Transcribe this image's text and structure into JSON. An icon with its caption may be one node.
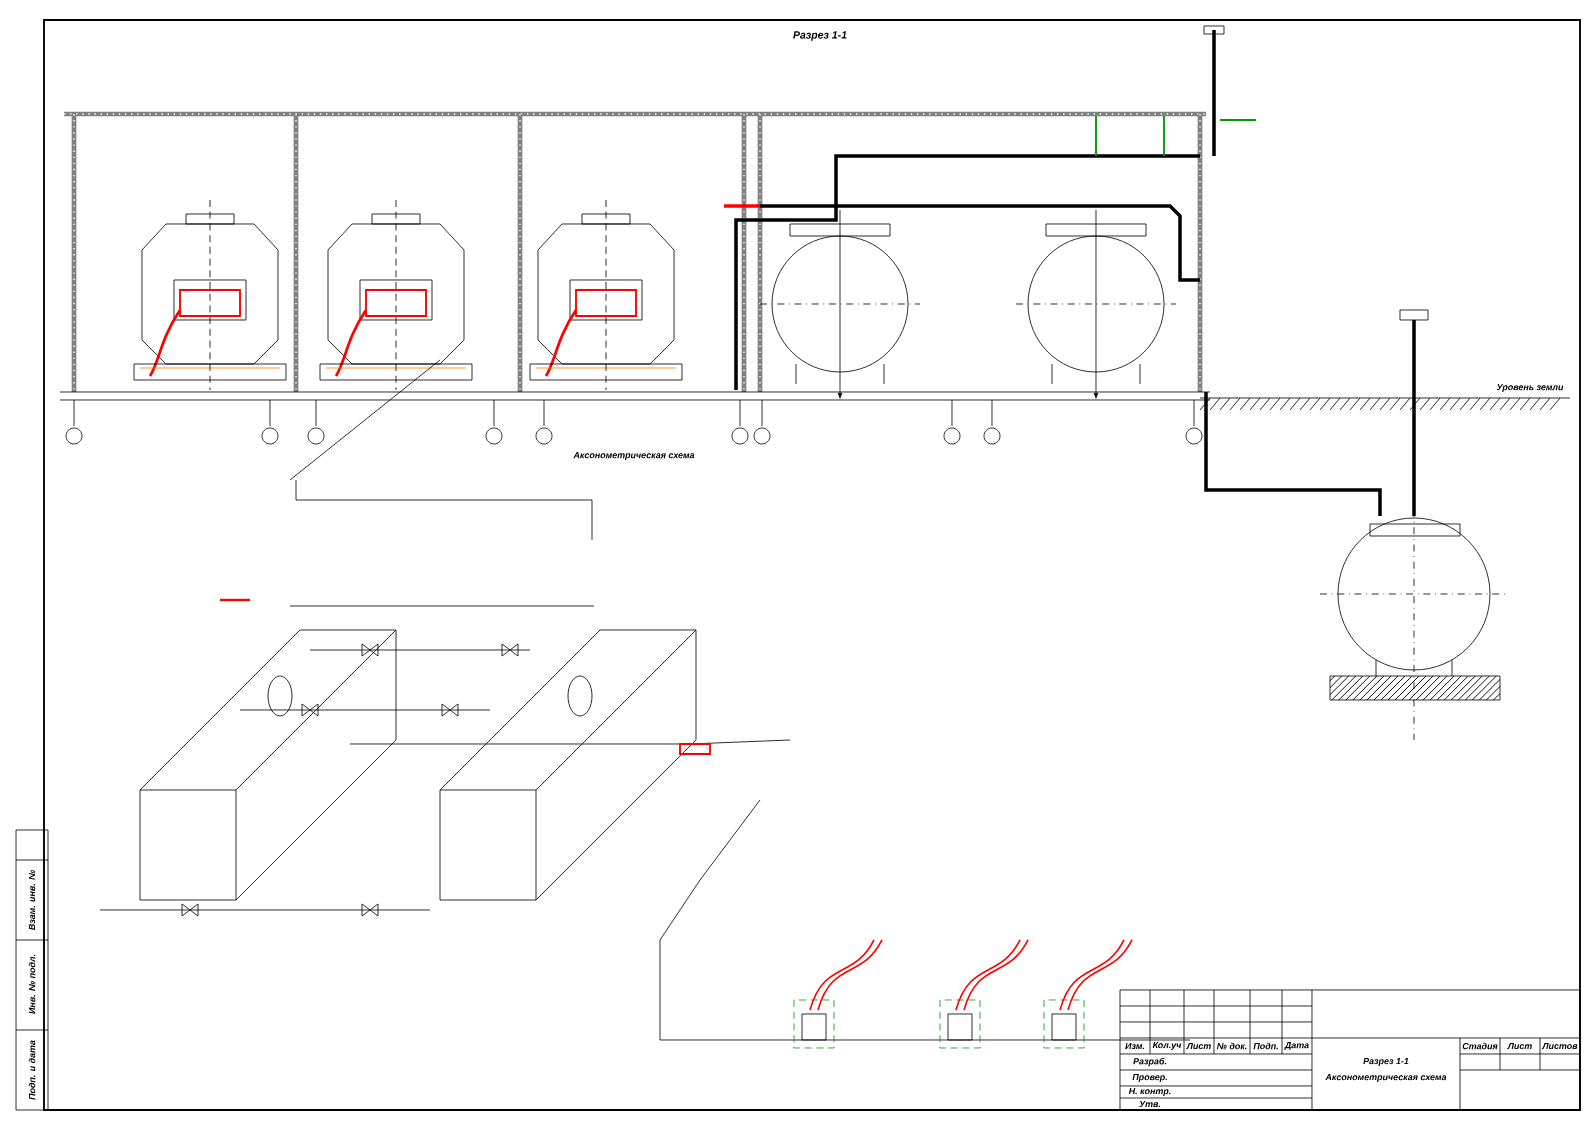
{
  "diagram": {
    "title": "Разрез 1-1",
    "labels": [
      "Аксонометрическая схема",
      "Уровень земли",
      "Изм.",
      "Кол.уч",
      "Лист",
      "№ док.",
      "Подп.",
      "Дата",
      "Стадия",
      "Лист",
      "Листов",
      "Разраб.",
      "Разрез 1-1",
      "Провер.",
      "Аксонометрическая схема",
      "Н. контр.",
      "Утв.",
      "Взам. инв. №",
      "Инв. № подл.",
      "Подп. и дата"
    ]
  }
}
